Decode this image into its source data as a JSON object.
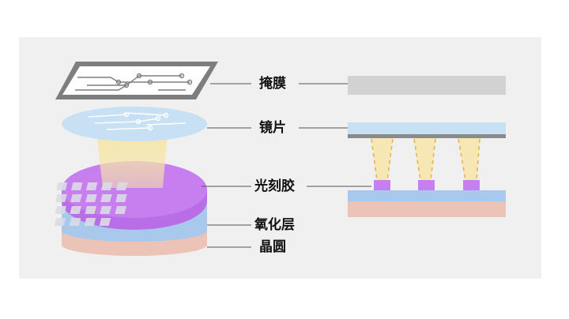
{
  "labels": {
    "mask": "掩膜",
    "lens": "镜片",
    "photoresist": "光刻胶",
    "oxide": "氧化层",
    "wafer": "晶圆"
  },
  "colors": {
    "panel_bg": "#f0f0f0",
    "mask_grey": "#d2d2d2",
    "lens_blue": "#c7e0f4",
    "lens_dark_strip": "#8a8a8a",
    "light_yellow": "#f7e7b4",
    "light_dash": "#e6b84a",
    "photoresist_purple": "#c77ff0",
    "oxide_blue": "#a9c9ec",
    "wafer_pink": "#ecc3b7",
    "leader_line": "#555555"
  }
}
